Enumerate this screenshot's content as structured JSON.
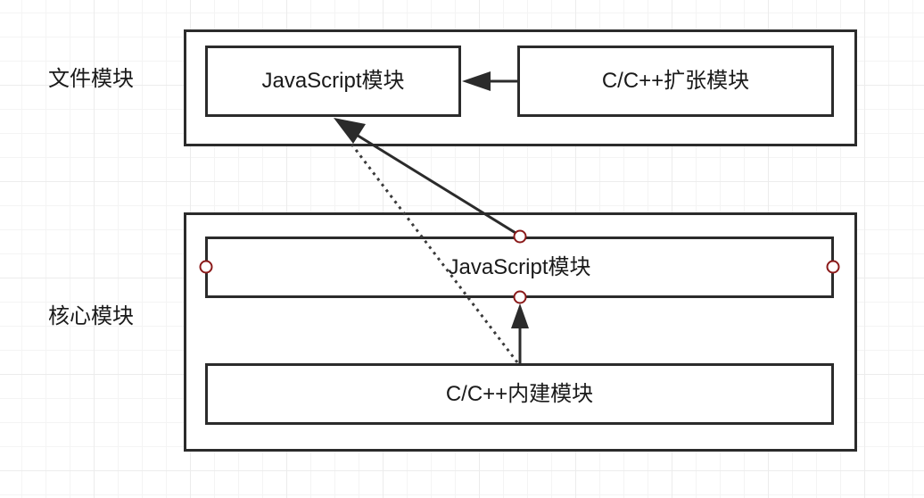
{
  "groups": {
    "file_label": "文件模块",
    "core_label": "核心模块"
  },
  "modules": {
    "file_js": "JavaScript模块",
    "file_ext": "C/C++扩张模块",
    "core_js": "JavaScript模块",
    "core_builtin": "C/C++内建模块"
  },
  "colors": {
    "line": "#2b2b2b",
    "handle": "#8b1a1a",
    "grid": "#ececec"
  },
  "icons": {
    "arrow_head": "triangle-arrowhead",
    "connection_handle": "hollow-circle"
  }
}
